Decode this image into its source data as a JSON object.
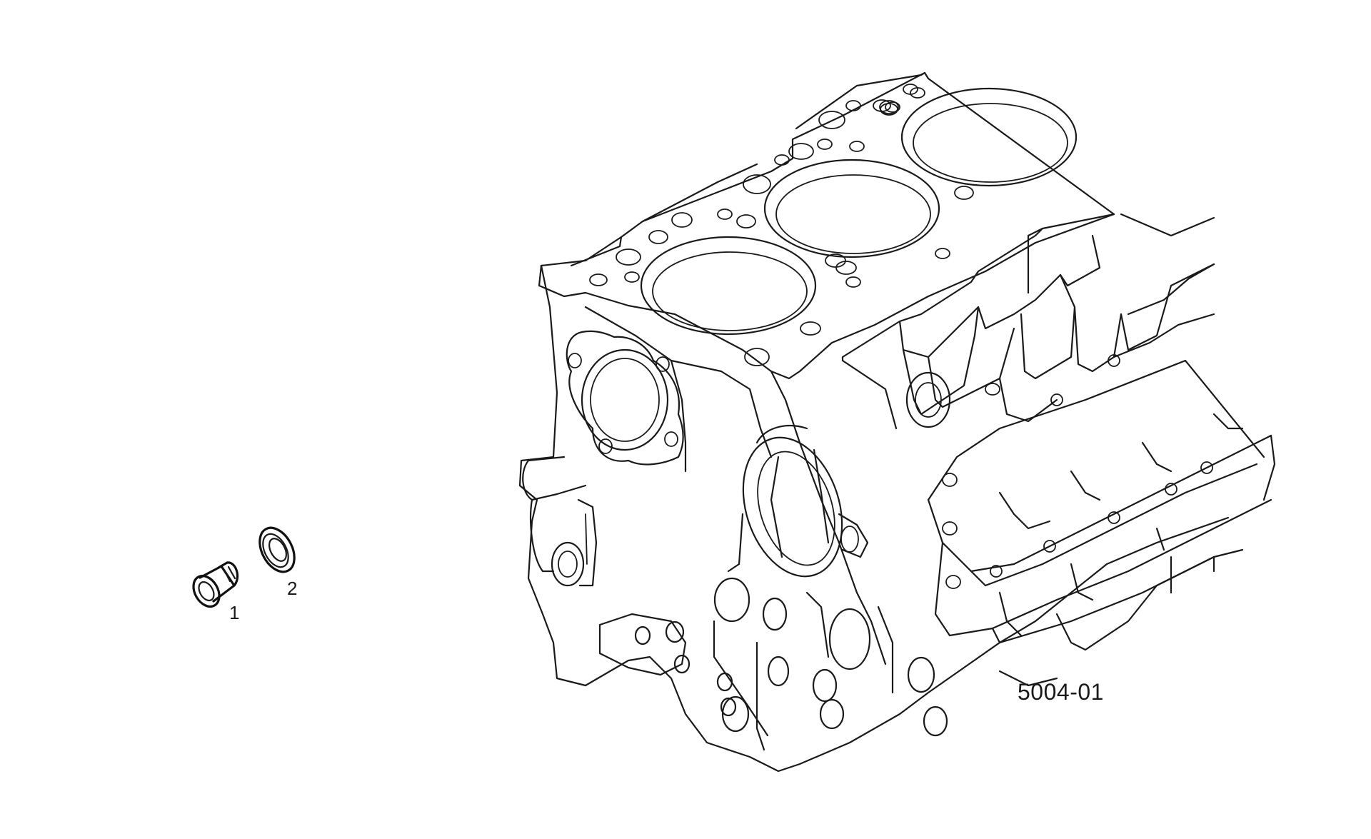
{
  "diagram": {
    "parts": [
      {
        "label": "1",
        "icon": "plug-screw-icon"
      },
      {
        "label": "2",
        "icon": "sealing-washer-icon"
      }
    ],
    "assembly_icon": "engine-cylinder-block-icon",
    "figure_code": "5004-01",
    "line_color": "#1a1a1a",
    "background": "#ffffff"
  }
}
